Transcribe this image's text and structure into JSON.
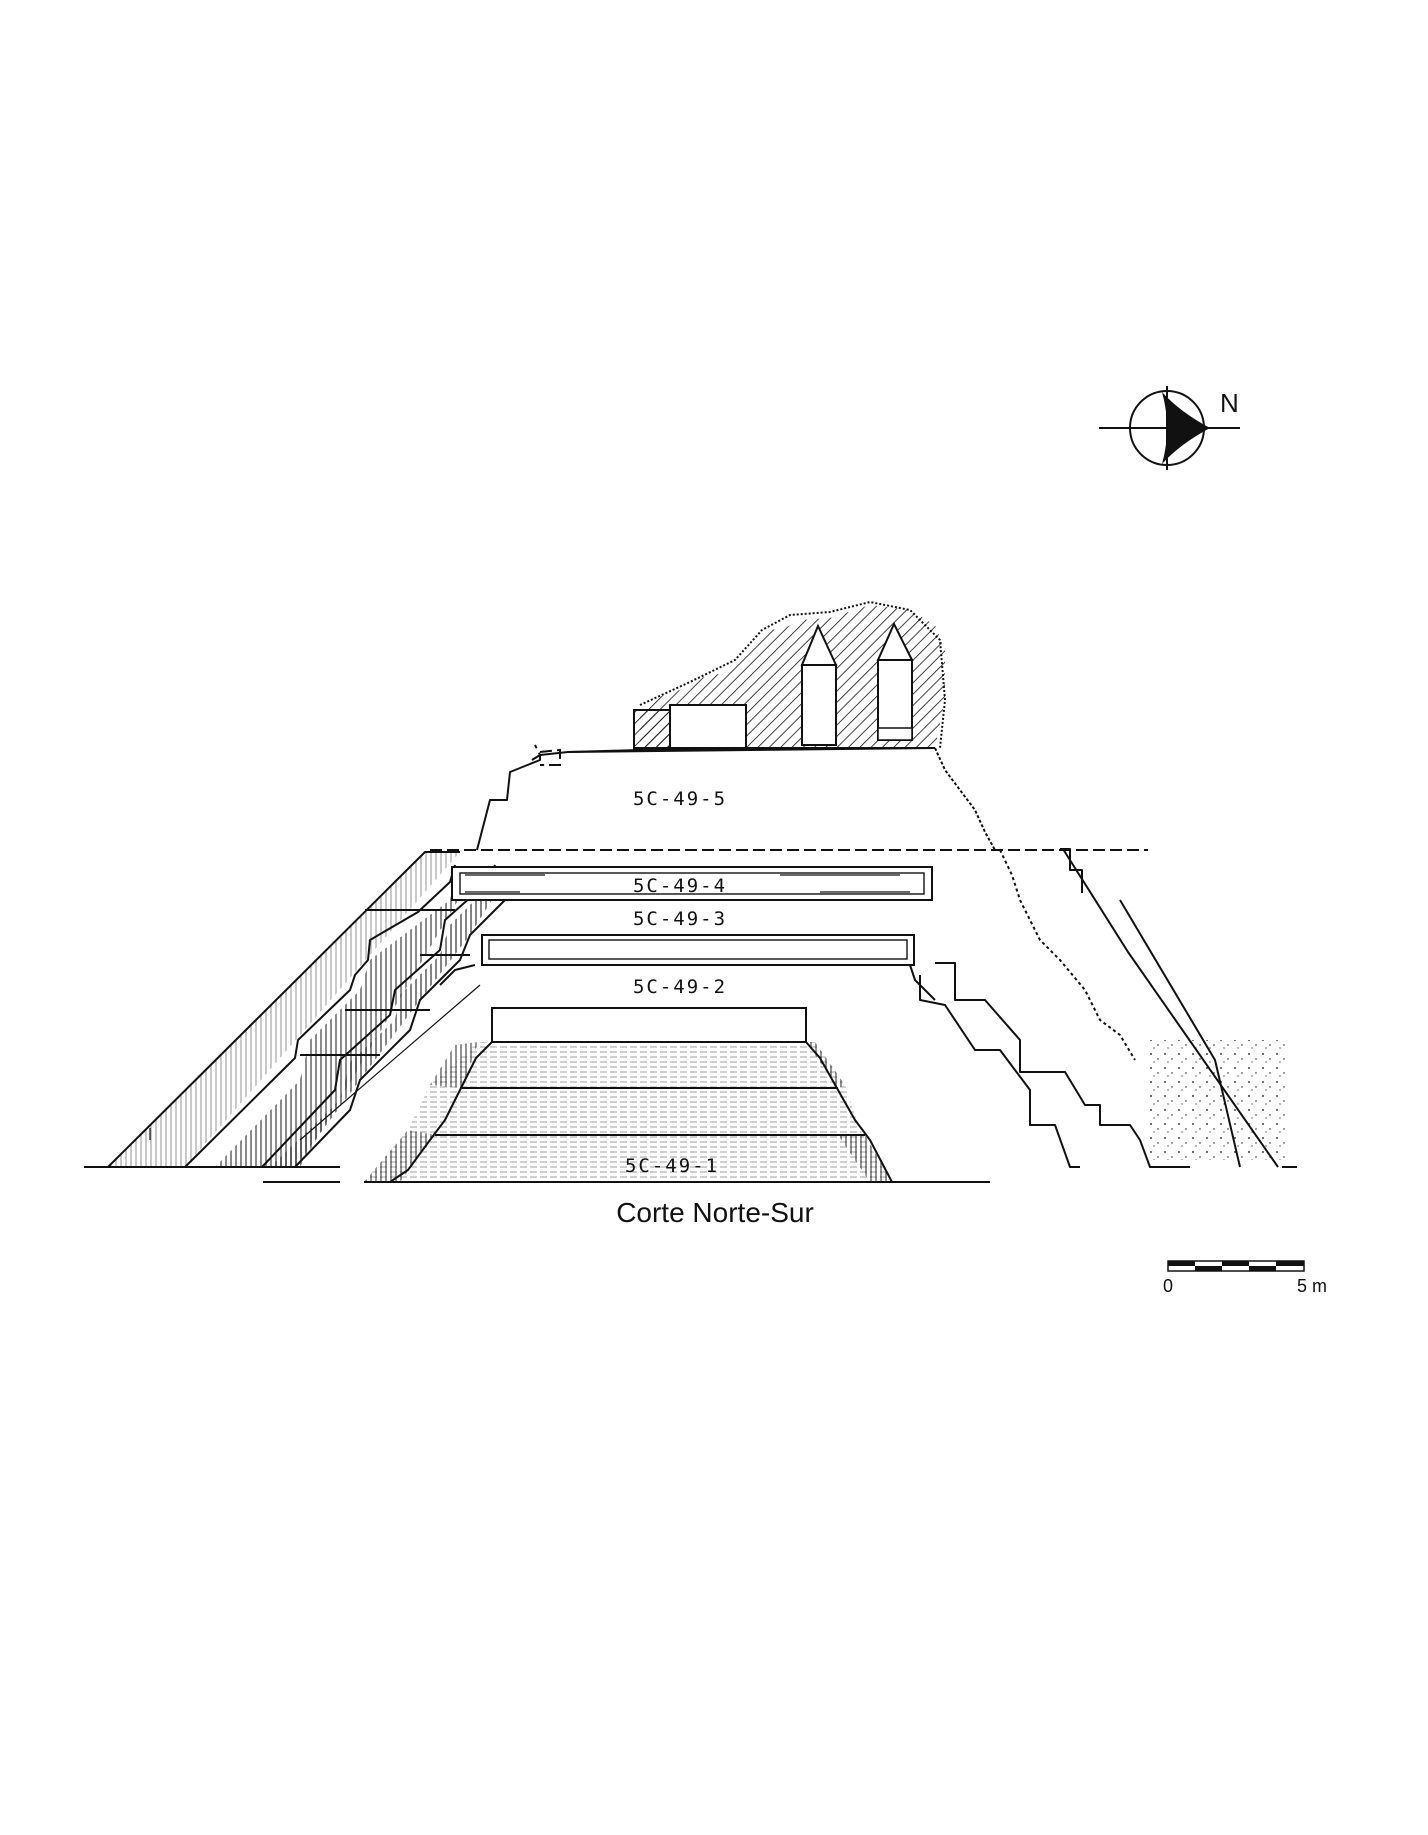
{
  "title": "Corte Norte-Sur",
  "north_label": "N",
  "scale": {
    "start": "0",
    "end": "5 m"
  },
  "structures": {
    "s5": "5C-49-5",
    "s4": "5C-49-4",
    "s3": "5C-49-3",
    "s2": "5C-49-2",
    "s1": "5C-49-1"
  },
  "colors": {
    "ink": "#111111",
    "paper": "#ffffff"
  }
}
